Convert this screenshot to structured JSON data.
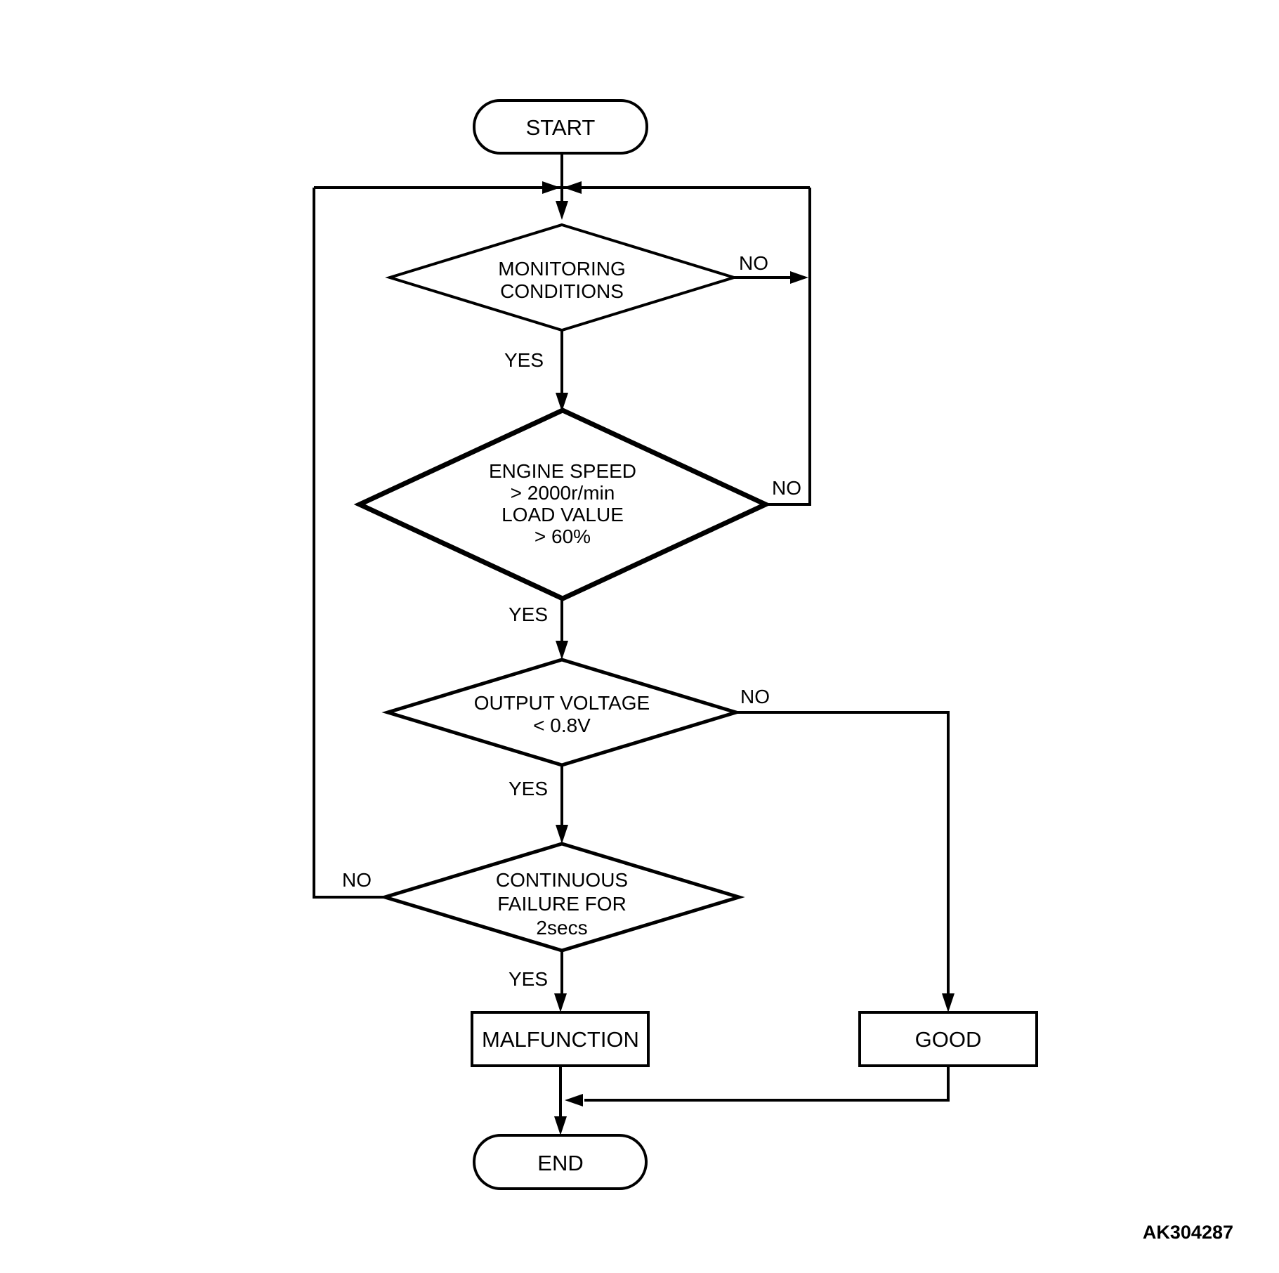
{
  "page": {
    "background_color": "#ffffff",
    "line_color": "#000000",
    "figure_id": "AK304287"
  },
  "flowchart": {
    "start": {
      "label": "START"
    },
    "decision_monitoring": {
      "line1": "MONITORING",
      "line2": "CONDITIONS",
      "yes_label": "YES",
      "no_label": "NO"
    },
    "decision_engine": {
      "line1": "ENGINE SPEED",
      "line2": "> 2000r/min",
      "line3": "LOAD VALUE",
      "line4": "> 60%",
      "yes_label": "YES",
      "no_label": "NO"
    },
    "decision_voltage": {
      "line1": "OUTPUT VOLTAGE",
      "line2": "< 0.8V",
      "yes_label": "YES",
      "no_label": "NO"
    },
    "decision_failure": {
      "line1": "CONTINUOUS",
      "line2": "FAILURE FOR",
      "line3": "2secs",
      "yes_label": "YES",
      "no_label": "NO"
    },
    "malfunction": {
      "label": "MALFUNCTION"
    },
    "good": {
      "label": "GOOD"
    },
    "end": {
      "label": "END"
    }
  }
}
